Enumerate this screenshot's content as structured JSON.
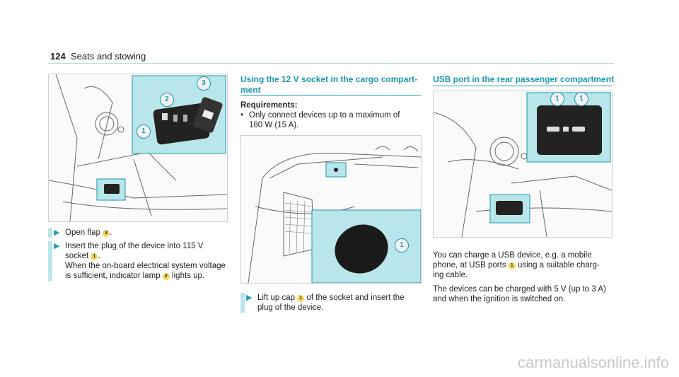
{
  "header": {
    "page_number": "124",
    "section": "Seats and stowing"
  },
  "col1": {
    "callouts": [
      "1",
      "2",
      "3"
    ],
    "steps": [
      {
        "text": "Open flap",
        "badge": "3",
        "after": "."
      },
      {
        "lines": [
          "Insert the plug of the device into 115 V",
          "socket"
        ],
        "badge": "1",
        "after": ".",
        "extra": [
          "When the on-board electrical system voltage",
          "is sufficient, indicator lamp"
        ],
        "badge2": "2",
        "after2": "lights up."
      }
    ]
  },
  "col2": {
    "heading": [
      "Using the 12 V socket in the cargo compart-",
      "ment"
    ],
    "req_label": "Requirements:",
    "req_lines": [
      "Only connect devices up to a maximum of",
      "180 W (15 A)."
    ],
    "callout": "1",
    "step_a": "Lift up cap",
    "badge": "1",
    "step_b": "of the socket and insert the",
    "step_c": "plug of the device."
  },
  "col3": {
    "heading": "USB port in the rear passenger compartment",
    "callouts": [
      "1",
      "1"
    ],
    "p1": [
      "You can charge a USB device, e.g. a mobile",
      "phone, at USB ports",
      "using a suitable charg-",
      "ing cable."
    ],
    "badge": "1",
    "p2": [
      "The devices can be charged with 5 V (up to 3 A)",
      "and when the ignition is switched on."
    ]
  },
  "watermark": "carmanualsonline.info",
  "colors": {
    "accent": "#1a98b0",
    "highlight": "#b9e6ea",
    "badge": "#f1d95a"
  }
}
